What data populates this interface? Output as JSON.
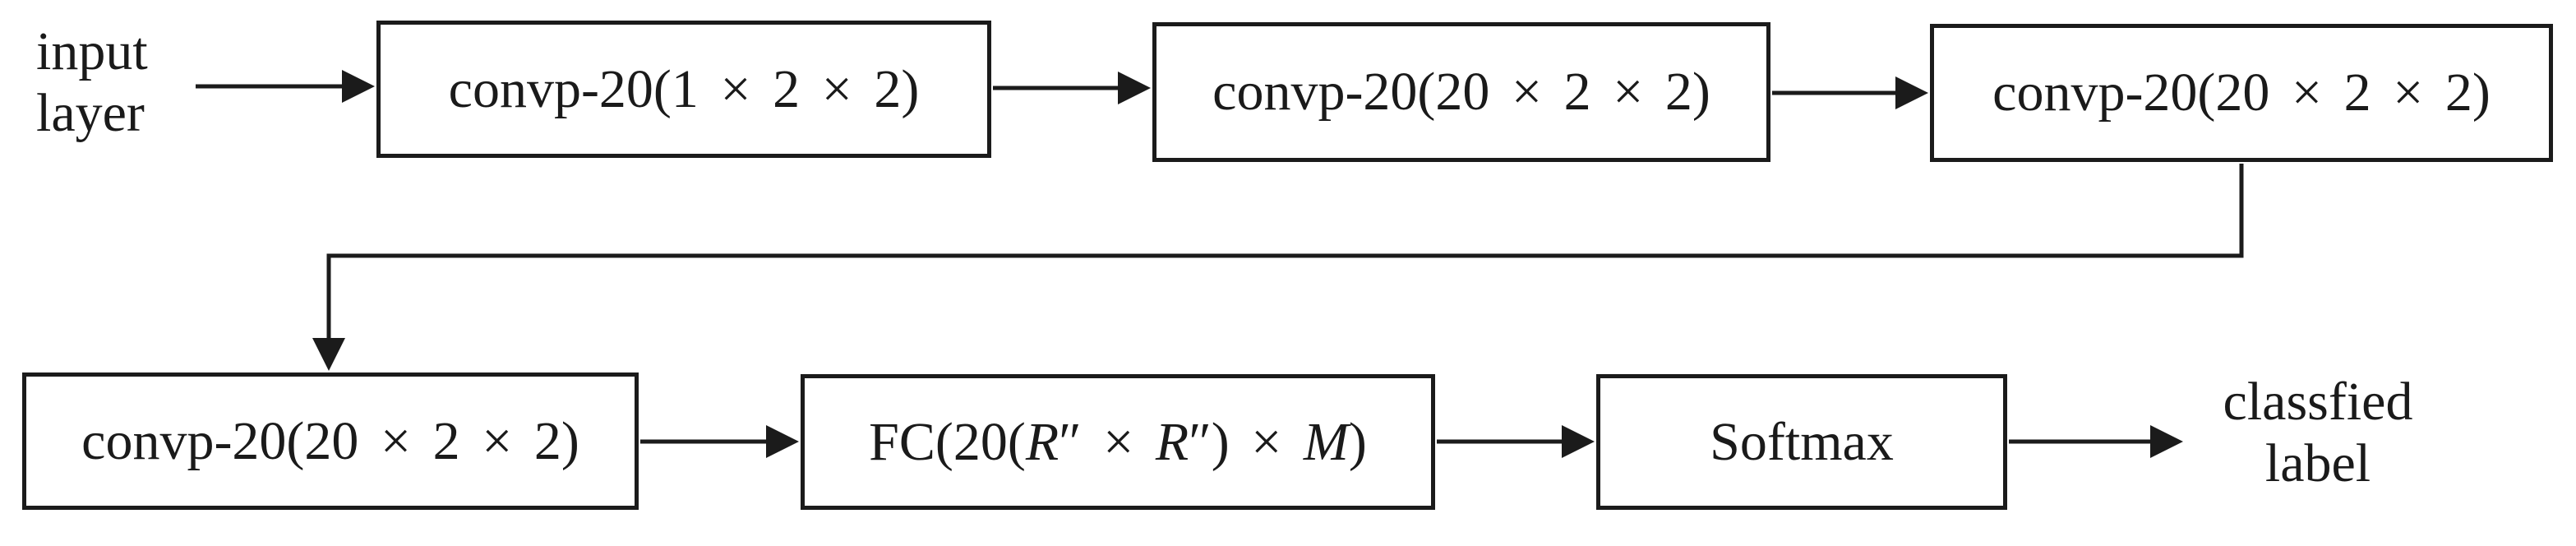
{
  "diagram": {
    "background": "#ffffff",
    "line_color": "#1b1b1b",
    "input_label": {
      "lines": [
        "input",
        "layer"
      ]
    },
    "output_label": {
      "lines": [
        "classfied",
        "label"
      ]
    },
    "nodes": [
      {
        "id": "conv1",
        "label": "convp-20(1 × 2 × 2)"
      },
      {
        "id": "conv2",
        "label": "convp-20(20 × 2 × 2)"
      },
      {
        "id": "conv3",
        "label": "convp-20(20 × 2 × 2)"
      },
      {
        "id": "conv4",
        "label": "convp-20(20 × 2 × 2)"
      },
      {
        "id": "fc",
        "parts": {
          "prefix": "FC(20(",
          "r1": "R",
          "prime1": "″",
          "times1": " × ",
          "r2": "R",
          "prime2": "″",
          "mid": ") × ",
          "m": "M",
          "suffix": ")"
        }
      },
      {
        "id": "softmax",
        "label": "Softmax"
      }
    ]
  }
}
